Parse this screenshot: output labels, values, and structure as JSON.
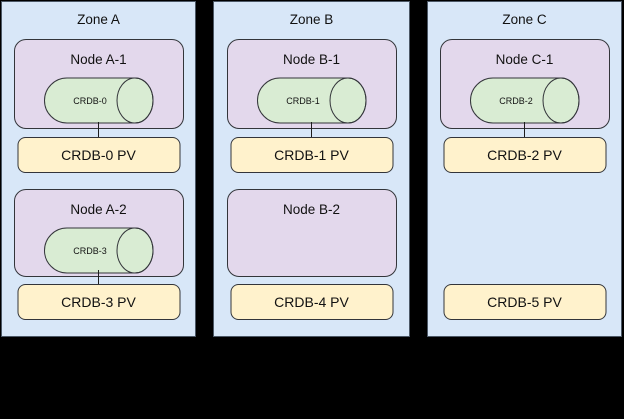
{
  "zones": [
    {
      "label": "Zone A",
      "nodes": [
        {
          "label": "Node A-1",
          "pod": "CRDB-0",
          "pv": "CRDB-0 PV",
          "connected": true
        },
        {
          "label": "Node A-2",
          "pod": "CRDB-3",
          "pv": "CRDB-3 PV",
          "connected": true
        }
      ]
    },
    {
      "label": "Zone B",
      "nodes": [
        {
          "label": "Node B-1",
          "pod": "CRDB-1",
          "pv": "CRDB-1 PV",
          "connected": true
        },
        {
          "label": "Node B-2",
          "pod": null,
          "pv": "CRDB-4 PV",
          "connected": false
        }
      ]
    },
    {
      "label": "Zone C",
      "nodes": [
        {
          "label": "Node C-1",
          "pod": "CRDB-2",
          "pv": "CRDB-2 PV",
          "connected": true
        },
        {
          "label": null,
          "pod": null,
          "pv": "CRDB-5 PV",
          "connected": false
        }
      ]
    }
  ],
  "colors": {
    "background": "#000000",
    "zone_fill": "#d8e7f8",
    "zone_border": "#4c5866",
    "node_fill": "#e3d8ec",
    "node_border": "#33353a",
    "pod_fill": "#d9ecd3",
    "pod_border": "#33353a",
    "pv_fill": "#fff2cc",
    "pv_border": "#33353a",
    "connector": "#1d1d1d",
    "text": "#111111"
  }
}
